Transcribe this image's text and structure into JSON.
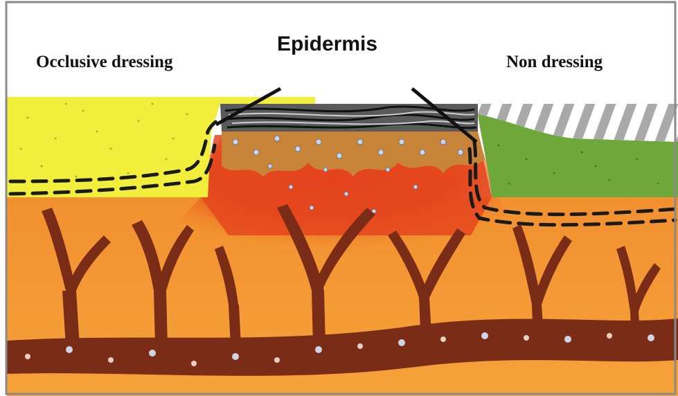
{
  "labels": {
    "left": "Occlusive dressing",
    "center": "Epidermis",
    "right": "Non dressing"
  },
  "colors": {
    "frame": "#8a8a8a",
    "sky": "#ffffff",
    "occlusive_dressing": "#f2ee3c",
    "scab": "#4a4a4a",
    "new_epidermis": "#c8853a",
    "dermis_orange": "#f08a2a",
    "wound_red": "#e0401e",
    "dry_skin_green": "#6ea83a",
    "vessel_brown": "#7a2c16",
    "dashed_line": "#1a1a1a"
  }
}
